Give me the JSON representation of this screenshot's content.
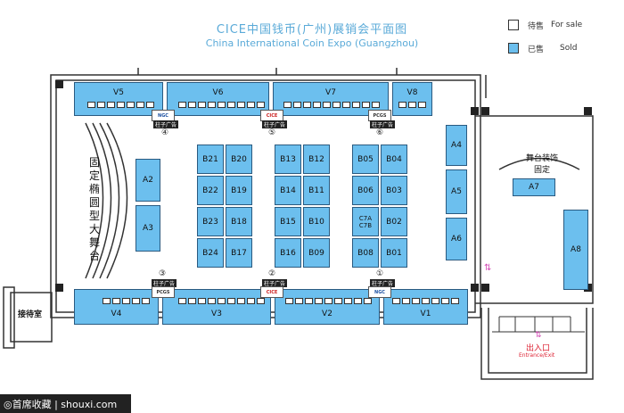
{
  "title_zh": "CICE中国钱币(广州)展销会平面图",
  "title_en": "China International Coin Expo (Guangzhou)",
  "legend": {
    "for_sale_zh": "待售",
    "for_sale_en": "For sale",
    "sold_zh": "已售",
    "sold_en": "Sold"
  },
  "stage_label": "固定椭圆型大舞台",
  "reception_label": "接待室",
  "decor_label": "舞台装饰\n固定",
  "entrance_zh": "出入口",
  "entrance_en": "Entrance/Exit",
  "pillar_ad": "柱子广告",
  "sponsors": {
    "ngc": "NGC",
    "cice": "CICE",
    "pcgs": "PCGS"
  },
  "numbers": [
    "④",
    "⑤",
    "⑥",
    "③",
    "②",
    "①"
  ],
  "booths": {
    "top": [
      "V5",
      "V6",
      "V7",
      "V8"
    ],
    "bottom": [
      "V4",
      "V3",
      "V2",
      "V1"
    ],
    "left": [
      "A2",
      "A3"
    ],
    "right": [
      "A4",
      "A5",
      "A6"
    ],
    "side": [
      "A7",
      "A8"
    ],
    "grid": [
      [
        "B21",
        "B20",
        "B13",
        "B12",
        "B05",
        "B04"
      ],
      [
        "B22",
        "B19",
        "B14",
        "B11",
        "B06",
        "B03"
      ],
      [
        "B23",
        "B18",
        "B15",
        "B10",
        "C7A",
        "B02"
      ],
      [
        "B24",
        "B17",
        "B16",
        "B09",
        "B08",
        "B01"
      ]
    ],
    "c7b": "C7B"
  },
  "footer": "◎首席收藏 | shouxi.com",
  "colors": {
    "sold": "#6cbfee",
    "title": "#5aaad8"
  }
}
